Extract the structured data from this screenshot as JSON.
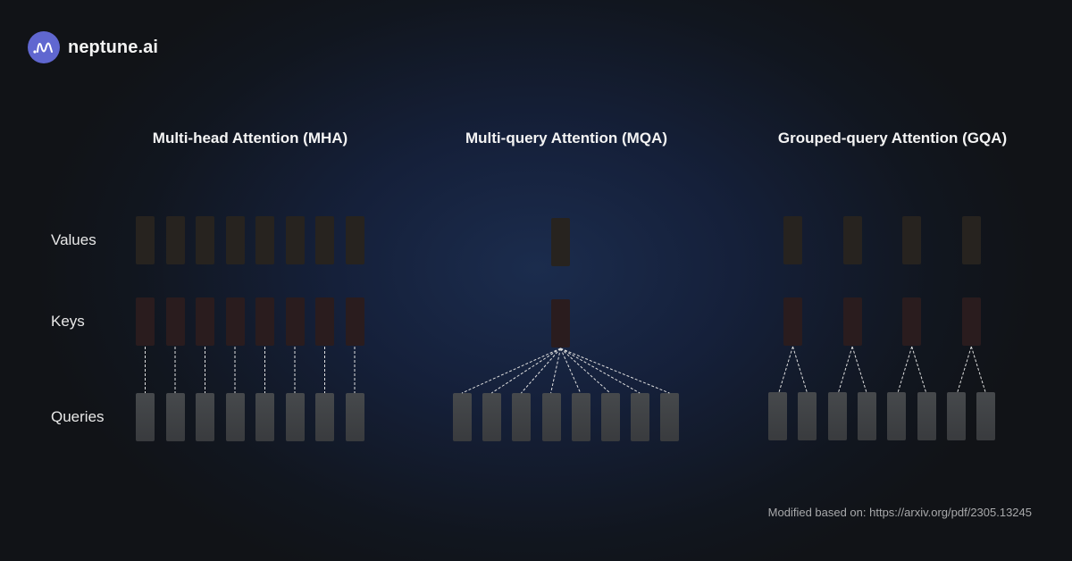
{
  "brand": {
    "name": "neptune.ai",
    "logo_color": "#6067d0",
    "icon": "wave-logo-icon"
  },
  "row_labels": {
    "values": "Values",
    "keys": "Keys",
    "queries": "Queries"
  },
  "panels": [
    {
      "id": "mha",
      "title": "Multi-head Attention (MHA)",
      "value_heads": 8,
      "key_heads": 8,
      "query_heads": 8,
      "queries_per_key": 1
    },
    {
      "id": "mqa",
      "title": "Multi-query Attention (MQA)",
      "value_heads": 1,
      "key_heads": 1,
      "query_heads": 8,
      "queries_per_key": 8
    },
    {
      "id": "gqa",
      "title": "Grouped-query Attention (GQA)",
      "value_heads": 4,
      "key_heads": 4,
      "query_heads": 8,
      "queries_per_key": 2
    }
  ],
  "colors": {
    "value_box": "#27231f",
    "key_box": "#2a1c1e",
    "query_box": "#404346",
    "connector": "#e0e0e0"
  },
  "credit": "Modified based on: https://arxiv.org/pdf/2305.13245"
}
